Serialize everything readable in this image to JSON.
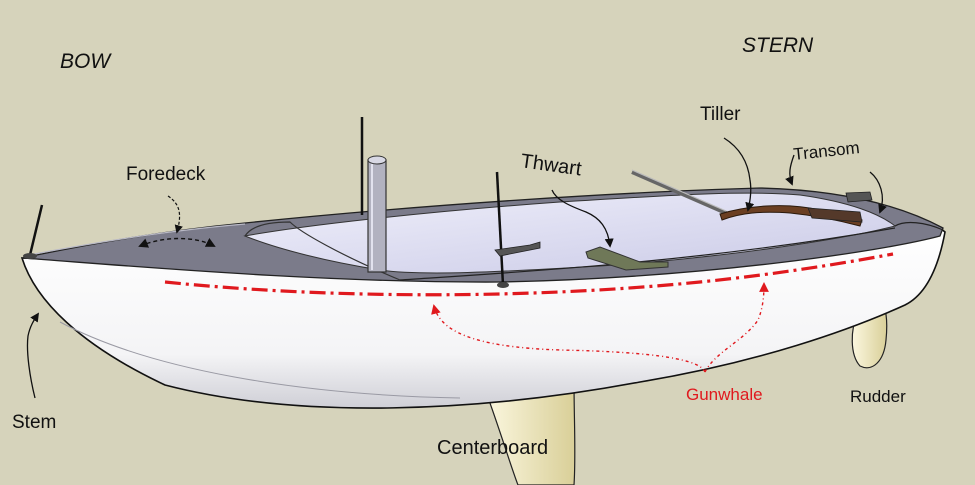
{
  "labels": {
    "bow": "BOW",
    "stern": "STERN",
    "foredeck": "Foredeck",
    "thwart": "Thwart",
    "tiller": "Tiller",
    "transom": "Transom",
    "stem": "Stem",
    "gunwhale": "Gunwhale",
    "rudder": "Rudder",
    "centerboard": "Centerboard"
  },
  "colors": {
    "background": "#d6d3bb",
    "hull": "#ffffff",
    "deck": "#7b7b8a",
    "interior": "#dcdcf2",
    "centerboard": "#ede5bd",
    "gunwhale_marker": "#e0191e"
  }
}
